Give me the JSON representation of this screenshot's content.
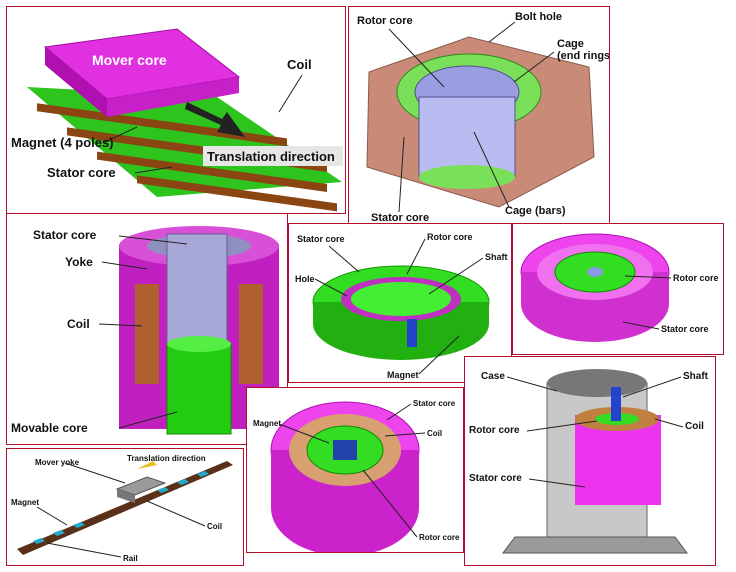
{
  "panels": {
    "linear_mover": {
      "mover_core": "Mover core",
      "coil": "Coil",
      "magnet": "Magnet (4 poles)",
      "stator_core": "Stator core",
      "direction": "Translation direction"
    },
    "induction": {
      "rotor_core": "Rotor core",
      "bolt_hole": "Bolt hole",
      "cage_end": "Cage\n(end rings)",
      "stator_core": "Stator core",
      "cage_bars": "Cage (bars)"
    },
    "solenoid": {
      "stator_core": "Stator core",
      "yoke": "Yoke",
      "coil": "Coil",
      "movable_core": "Movable core"
    },
    "ipm": {
      "stator_core": "Stator core",
      "rotor_core": "Rotor core",
      "shaft": "Shaft",
      "hole": "Hole",
      "magnet": "Magnet"
    },
    "srm": {
      "rotor_core": "Rotor core",
      "stator_core": "Stator core"
    },
    "linear_rail": {
      "mover_yoke": "Mover yoke",
      "direction": "Translation direction",
      "magnet": "Magnet",
      "coil": "Coil",
      "rail": "Rail"
    },
    "pm_motor": {
      "stator_core": "Stator core",
      "magnet": "Magnet",
      "coil": "Coil",
      "rotor_core": "Rotor core"
    },
    "cased_motor": {
      "case": "Case",
      "shaft": "Shaft",
      "rotor_core": "Rotor core",
      "coil": "Coil",
      "stator_core": "Stator core"
    }
  },
  "colors": {
    "frame": "#b0102a",
    "magenta": "#e020e0",
    "green": "#33dd22",
    "copper": "#a0522d",
    "grey": "#9a9a9a",
    "blue": "#2244cc",
    "salmon": "#c9897a"
  }
}
